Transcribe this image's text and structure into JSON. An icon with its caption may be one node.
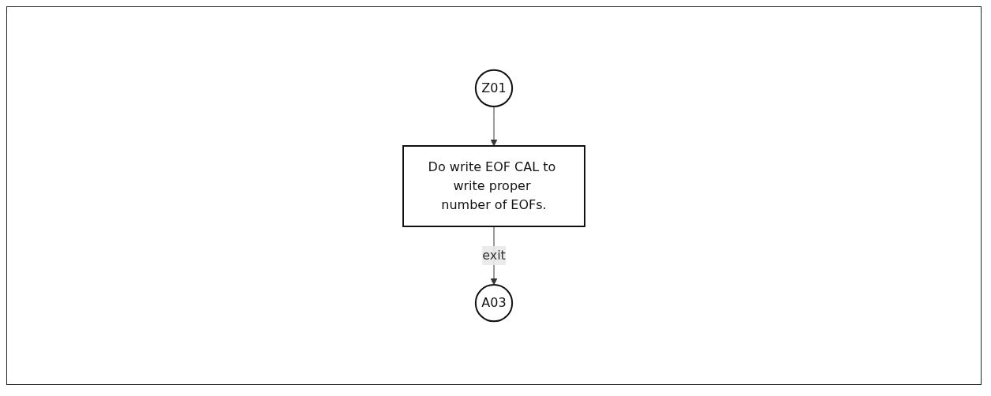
{
  "diagram": {
    "nodes": [
      {
        "text": [
          "Z01"
        ]
      },
      {
        "text": [
          "Do write EOF CAL to write proper number of EOFs."
        ]
      },
      {
        "text": [
          "A03"
        ]
      }
    ],
    "edges": [
      {
        "from": 0,
        "to": 1,
        "arrow": "to"
      },
      {
        "from": 1,
        "to": 2,
        "arrow": "to",
        "label": "exit"
      }
    ]
  }
}
